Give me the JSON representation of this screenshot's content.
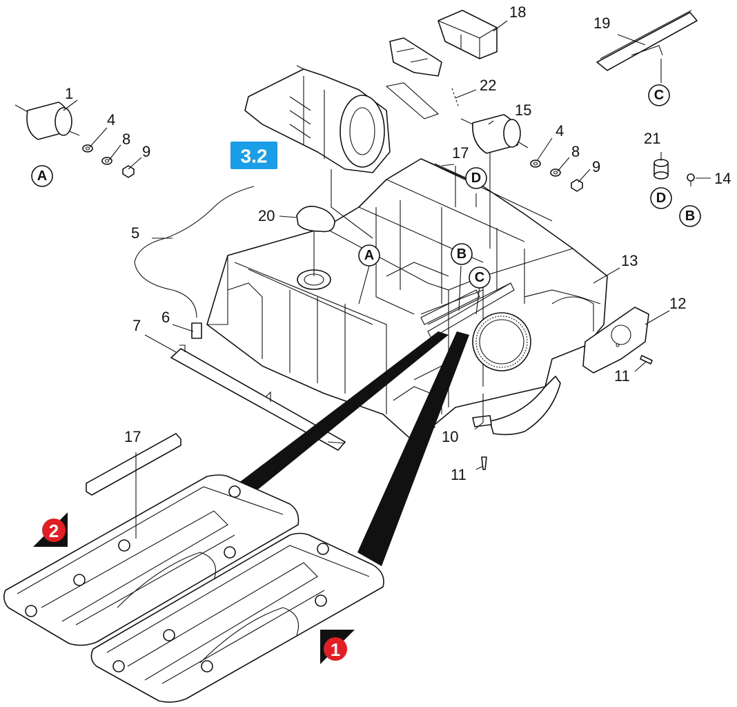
{
  "part_numbers": {
    "p1": "1",
    "p4a": "4",
    "p8a": "8",
    "p9a": "9",
    "p5": "5",
    "p6": "6",
    "p7": "7",
    "p20": "20",
    "p17a": "17",
    "p15": "15",
    "p4b": "4",
    "p8b": "8",
    "p9b": "9",
    "p18": "18",
    "p22": "22",
    "p19": "19",
    "p21": "21",
    "p14": "14",
    "p13": "13",
    "p12": "12",
    "p11a": "11",
    "p10": "10",
    "p11b": "11",
    "p17b": "17"
  },
  "reference_letters": {
    "A1": "A",
    "A2": "A",
    "B1": "B",
    "B2": "B",
    "C1": "C",
    "C2": "C",
    "D1": "D",
    "D2": "D"
  },
  "section_badge": {
    "label": "3.2",
    "color": "#1a9ee8"
  },
  "detail_markers": [
    {
      "label": "1",
      "color": "#e31e24"
    },
    {
      "label": "2",
      "color": "#e31e24"
    }
  ]
}
